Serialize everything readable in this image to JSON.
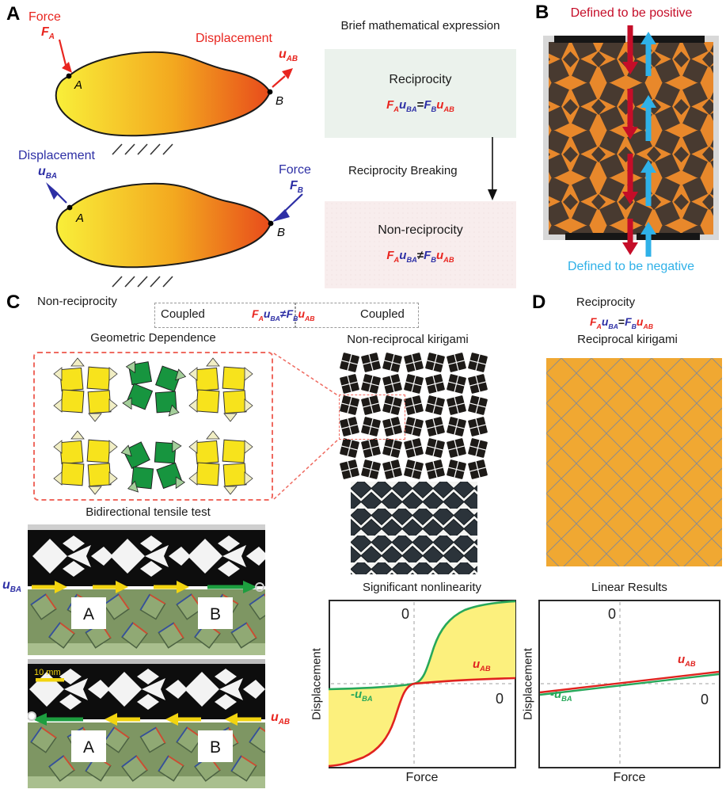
{
  "colors": {
    "red": "#e8251f",
    "blue": "#2d2fa5",
    "crimson": "#c50d28",
    "light_blue": "#2fb1e8",
    "curve_green": "#27a85a",
    "curve_red": "#e0231f",
    "fill_yellow": "#fcf07d",
    "diamond_orange": "#f0a832",
    "unit_yellow": "#f7e31c",
    "unit_green": "#17953f"
  },
  "panel_a": {
    "label": "A",
    "force": "Force",
    "displacement": "Displacement",
    "fa": [
      {
        "t": "F",
        "s": "A",
        "c": "#e8251f"
      }
    ],
    "uab": [
      {
        "t": "u",
        "s": "AB",
        "c": "#e8251f"
      }
    ],
    "uba": [
      {
        "t": "u",
        "s": "BA",
        "c": "#2d2fa5"
      }
    ],
    "fb": [
      {
        "t": "F",
        "s": "B",
        "c": "#2d2fa5"
      }
    ],
    "point_a": "A",
    "point_b": "B",
    "expr": {
      "title": "Brief mathematical expression",
      "reciprocity": "Reciprocity",
      "reciprocity_formula": [
        {
          "t": "F",
          "s": "A",
          "c": "#e8251f"
        },
        {
          "t": "u",
          "s": "BA",
          "c": "#2d2fa5"
        },
        {
          "t": "=",
          "c": "#22222 2",
          "i": false
        },
        {
          "t": "F",
          "s": "B",
          "c": "#2d2fa5"
        },
        {
          "t": "u",
          "s": "AB",
          "c": "#e8251f"
        }
      ],
      "breaking": "Reciprocity Breaking",
      "nonreciprocity": "Non-reciprocity",
      "nonreciprocity_formula": [
        {
          "t": "F",
          "s": "A",
          "c": "#e8251f"
        },
        {
          "t": "u",
          "s": "BA",
          "c": "#2d2fa5"
        },
        {
          "t": "≠",
          "c": "#222222",
          "i": false
        },
        {
          "t": "F",
          "s": "B",
          "c": "#2d2fa5"
        },
        {
          "t": "u",
          "s": "AB",
          "c": "#e8251f"
        }
      ]
    }
  },
  "panel_b": {
    "label": "B",
    "positive": "Defined to be positive",
    "negative": "Defined to be negative"
  },
  "panel_c": {
    "label": "C",
    "title": "Non-reciprocity",
    "coupled": "Coupled",
    "formula": [
      {
        "t": "F",
        "s": "A",
        "c": "#e8251f"
      },
      {
        "t": "u",
        "s": "BA",
        "c": "#2d2fa5"
      },
      {
        "t": "≠",
        "c": "#2d2fa5",
        "i": false
      },
      {
        "t": "F",
        "s": "B",
        "c": "#2d2fa5"
      },
      {
        "t": "u",
        "s": "AB",
        "c": "#e8251f"
      }
    ],
    "geometric": "Geometric Dependence",
    "kirigami": "Non-reciprocal kirigami",
    "tensile": "Bidirectional tensile test",
    "nonlinearity": "Significant nonlinearity",
    "uba": [
      {
        "t": "u",
        "s": "BA",
        "c": "#2d2fa5"
      }
    ],
    "uab": [
      {
        "t": "u",
        "s": "AB",
        "c": "#e8251f"
      }
    ],
    "scale": "10 mm",
    "point_a": "A",
    "point_b": "B"
  },
  "panel_d": {
    "label": "D",
    "title": "Reciprocity",
    "formula": [
      {
        "t": "F",
        "s": "A",
        "c": "#e8251f"
      },
      {
        "t": "u",
        "s": "BA",
        "c": "#2d2fa5"
      },
      {
        "t": "=",
        "c": "#222222",
        "i": false
      },
      {
        "t": "F",
        "s": "B",
        "c": "#2d2fa5"
      },
      {
        "t": "u",
        "s": "AB",
        "c": "#e8251f"
      }
    ],
    "kirigami": "Reciprocal kirigami",
    "linear": "Linear Results"
  },
  "chart": {
    "ylabel": "Displacement",
    "xlabel": "Force",
    "zero": "0"
  },
  "chart_labels": {
    "uab": [
      {
        "t": "u",
        "s": "AB",
        "c": "#e0231f"
      }
    ],
    "neg_uba": [
      {
        "t": "-u",
        "s": "BA",
        "c": "#27a85a"
      }
    ]
  },
  "chart_data": [
    {
      "type": "line",
      "title": "Significant nonlinearity",
      "xlabel": "Force",
      "ylabel": "Displacement",
      "x": [
        -1,
        -0.6,
        -0.3,
        -0.1,
        0,
        0.1,
        0.3,
        0.6,
        1
      ],
      "series": [
        {
          "name": "uAB",
          "color": "#e0231f",
          "values": [
            -0.97,
            -0.85,
            -0.45,
            -0.08,
            0,
            0.03,
            0.06,
            0.08,
            0.1
          ]
        },
        {
          "name": "-uBA",
          "color": "#27a85a",
          "values": [
            -0.1,
            -0.08,
            -0.06,
            -0.03,
            0,
            0.08,
            0.45,
            0.85,
            0.97
          ]
        }
      ],
      "xlim": [
        -1,
        1
      ],
      "ylim": [
        -1,
        1
      ],
      "grid": "dashed zero axes",
      "annotation": "yellow shaded area between curves = non-reciprocal gap"
    },
    {
      "type": "line",
      "title": "Linear Results",
      "xlabel": "Force",
      "ylabel": "Displacement",
      "x": [
        -1,
        0,
        1
      ],
      "series": [
        {
          "name": "uAB",
          "color": "#e0231f",
          "values": [
            -0.105,
            0,
            0.105
          ]
        },
        {
          "name": "-uBA",
          "color": "#27a85a",
          "values": [
            -0.1,
            0,
            0.1
          ]
        }
      ],
      "xlim": [
        -1,
        1
      ],
      "ylim": [
        -1,
        1
      ],
      "grid": "dashed zero axes",
      "annotation": "red and green lines nearly coincide"
    }
  ]
}
